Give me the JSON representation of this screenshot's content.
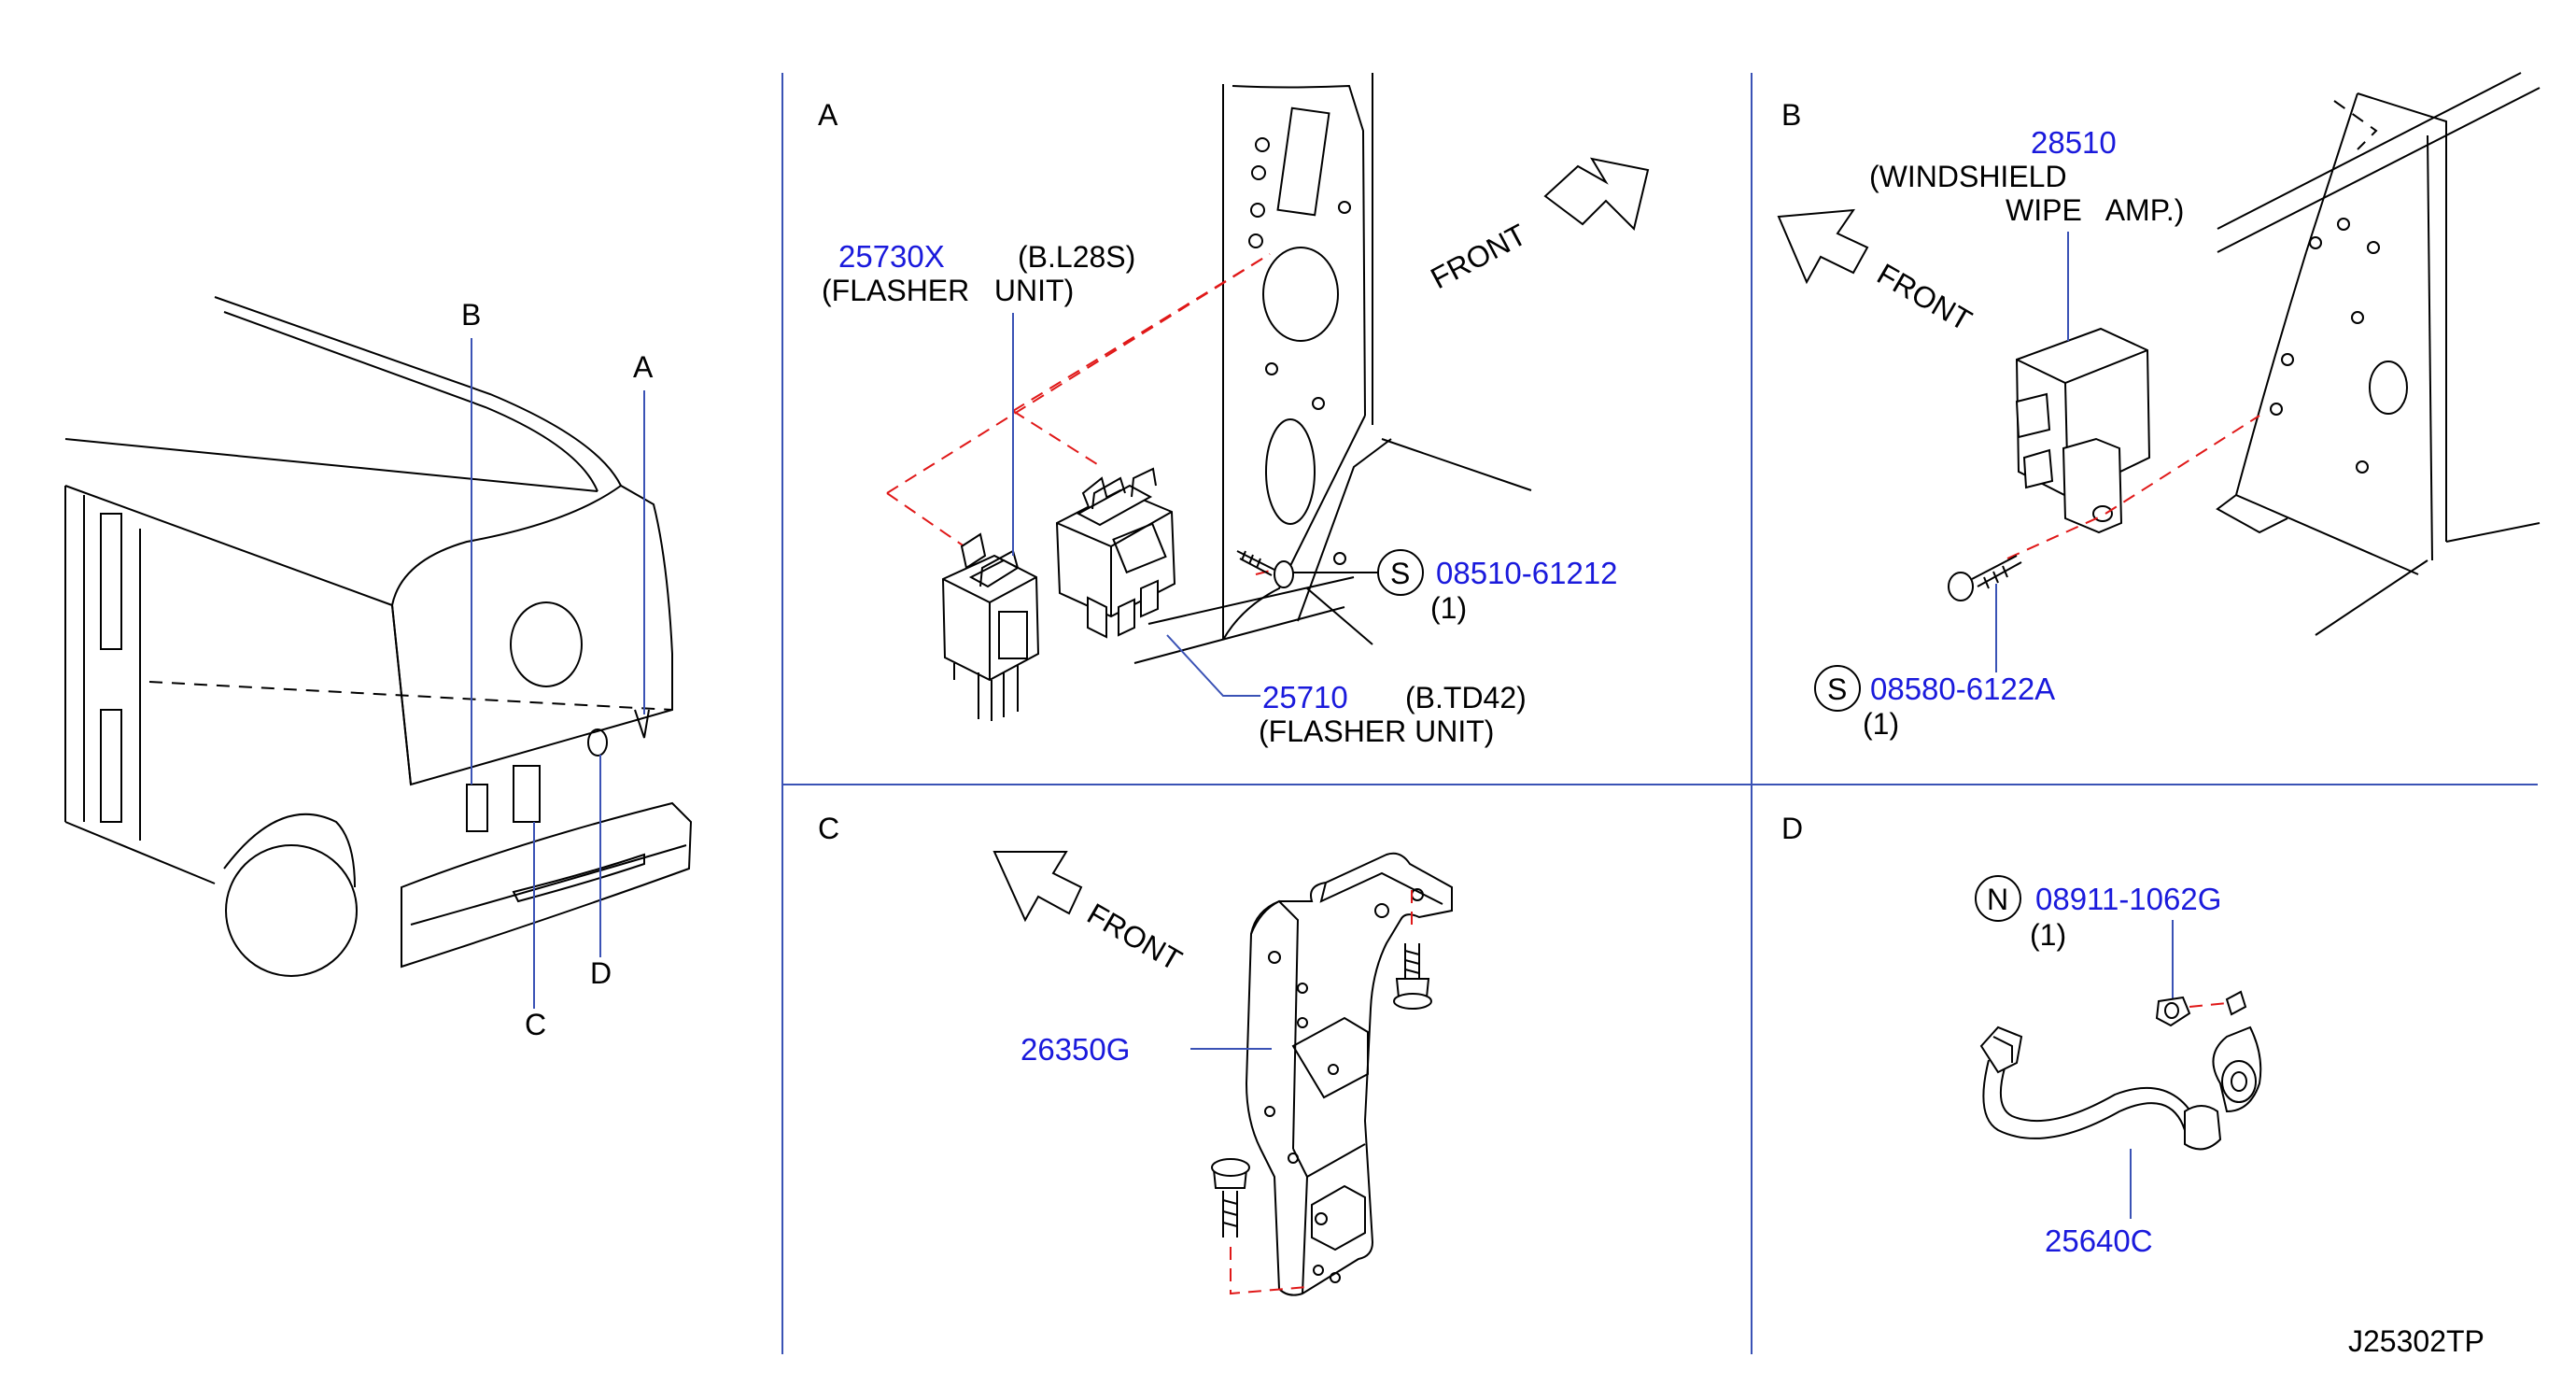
{
  "diagram_id": "J25302TP",
  "overview": {
    "callouts": [
      "A",
      "B",
      "C",
      "D"
    ]
  },
  "panels": {
    "A": {
      "label": "A",
      "front": "FRONT",
      "part1": {
        "number": "25730X",
        "variant": "(B.L28S)",
        "name": "(FLASHER   UNIT)"
      },
      "part2": {
        "number": "25710",
        "variant": "(B.TD42)",
        "name": "(FLASHER UNIT)"
      },
      "screw": {
        "symbol": "S",
        "number": "08510-61212",
        "qty": "(1)"
      }
    },
    "B": {
      "label": "B",
      "front": "FRONT",
      "part1": {
        "number": "28510",
        "name_line1": "(WINDSHIELD",
        "name_line2": "WIPE   AMP.)"
      },
      "screw": {
        "symbol": "S",
        "number": "08580-6122A",
        "qty": "(1)"
      }
    },
    "C": {
      "label": "C",
      "front": "FRONT",
      "part1": {
        "number": "26350G"
      }
    },
    "D": {
      "label": "D",
      "nut": {
        "symbol": "N",
        "number": "08911-1062G",
        "qty": "(1)"
      },
      "part1": {
        "number": "25640C"
      }
    }
  },
  "colors": {
    "part_number": "#1a1adc",
    "leader": "#3a52b5",
    "hidden_line": "#e01818"
  }
}
